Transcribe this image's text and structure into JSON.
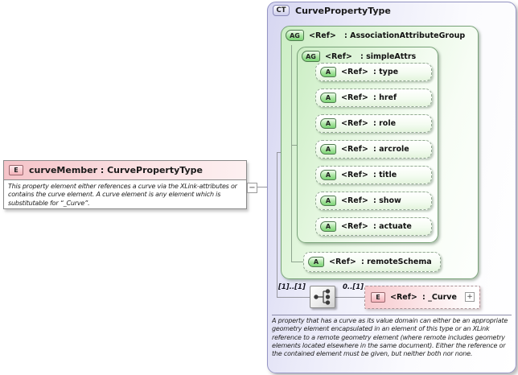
{
  "colors": {
    "element_pink": "#f5c3c8",
    "complex_type_lavender": "#d6d6f1",
    "group_green": "#cceec5",
    "connector_gray": "#97979f"
  },
  "labels": {
    "ref": "<Ref>"
  },
  "element_box": {
    "badge": "E",
    "title": "curveMember : CurvePropertyType",
    "documentation": "This property element either references a curve via the XLink-attributes or contains the curve element. A curve element is any element which is substitutable for “_Curve”.",
    "collapse": "−"
  },
  "complex_type_box": {
    "badge": "CT",
    "title": "CurvePropertyType",
    "association_attribute_group": {
      "badge": "AG",
      "name": ": AssociationAttributeGroup",
      "simple_attrs": {
        "badge": "AG",
        "name": ": simpleAttrs",
        "attributes": [
          {
            "badge": "A",
            "name": ": type"
          },
          {
            "badge": "A",
            "name": ": href"
          },
          {
            "badge": "A",
            "name": ": role"
          },
          {
            "badge": "A",
            "name": ": arcrole"
          },
          {
            "badge": "A",
            "name": ": title"
          },
          {
            "badge": "A",
            "name": ": show"
          },
          {
            "badge": "A",
            "name": ": actuate"
          }
        ]
      },
      "remote_schema": {
        "badge": "A",
        "name": ": remoteSchema"
      }
    },
    "content_model": {
      "cardinality_parent": "[1]..[1]",
      "cardinality_child": "0..[1]",
      "curve_element": {
        "badge": "E",
        "name": ": _Curve",
        "expand": "+"
      }
    },
    "documentation": "A property that has a curve as its value domain can either be an appropriate geometry element encapsulated in an element of this type or an XLink reference to a remote geometry element (where remote includes geometry elements located elsewhere in the same document). Either the reference or the contained element must be given, but neither both nor none."
  }
}
